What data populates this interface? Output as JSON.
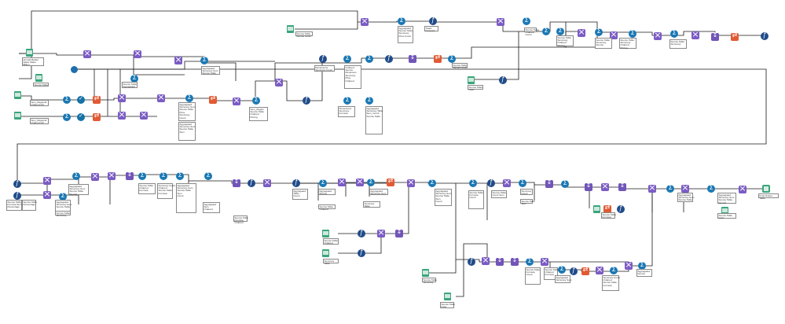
{
  "canvas": {
    "background": "#ffffff",
    "wire_color": "#1a1a1a",
    "tool_colors": {
      "input": "#3aa57a",
      "join": "#7b5cc4",
      "summarize": "#1a78b4",
      "formula": "#214c8a",
      "transpose": "#e25a34",
      "sort": "#7155b8",
      "output": "#3aa57a"
    }
  },
  "annotations": {
    "a1": "Annual Market\nSales Share\nBillion",
    "a2": "Source Table",
    "a3": "Sum_RegionId\nOrdered Ctrl",
    "a4": "Sum_RegionId\nOrdered Ctrl",
    "a5": "Source Table\nAggregated",
    "a6": "Aggregated\nSummary Sum\nSource Table",
    "a7": "Aggregated\nSummary Sum\nSource Table\nPrice\nSummary\nCount",
    "a8": "Aggregated\nSummary Sum\nSource Table\nSum",
    "a9": "Sum_Region\nSource Table\nOrdered\nPricing",
    "a10": "Aggregated\nSummary Table\nSum_Count\nSource Table",
    "a11": "Dimensions\nSummary Count",
    "a12": "Ordered\nSource\nDimension\nSummary\nPrice\nOrdered",
    "a13": "Dimensions\nSummary\nFormula",
    "a14": "Source Table\nRecord Count",
    "a15": "Totals\nGrouped",
    "a16": "Aggregated\nSource Table\nSummary\nPrice Count",
    "a17": "Source Table\nSummary\nOrdered\nPricing",
    "a18": "Source Table\nOrdered\nCount",
    "a19": "Source Table\nSummary\nSource",
    "a20": "Source Table\nSummary",
    "a21": "Source Table\nInput",
    "b1": "Source Table\nFormula Sum\nPercentage",
    "b2": "Source Table\nPercentage",
    "b3": "Aggregated\nSummary Sum\nSource Table",
    "b4": "Source Table\nSummary",
    "b5": "Aggregated\nSummary Sum\nSource Table\nRecord",
    "b6": "Source Table\nOrdered\nFormula",
    "b7": "Summary Count\nOrdered\nSource Table\nFormula",
    "b8": "Aggregated\nSum\nOrdered",
    "b9": "Source Table\nFormula\nOrdered",
    "b10": "Aggregated\nSource",
    "b11": "Summary\nTable",
    "b12": "Source Table\nOrdered",
    "b13": "Aggregated\nTable\nCount",
    "b14": "Aggregated\nSummary Sum\nSource Table\nSum\nCount",
    "b15": "Source Table\nCount Sum",
    "b16": "Source Table\nFormula",
    "b17": "Summary\nCount",
    "b18": "Source Table\nSum",
    "b19": "Aggregated\nSummary Sum",
    "b20": "Source Table\nFormula\nCount",
    "b21": "Final Output\nTable",
    "b22": "Source Table\nInput"
  }
}
